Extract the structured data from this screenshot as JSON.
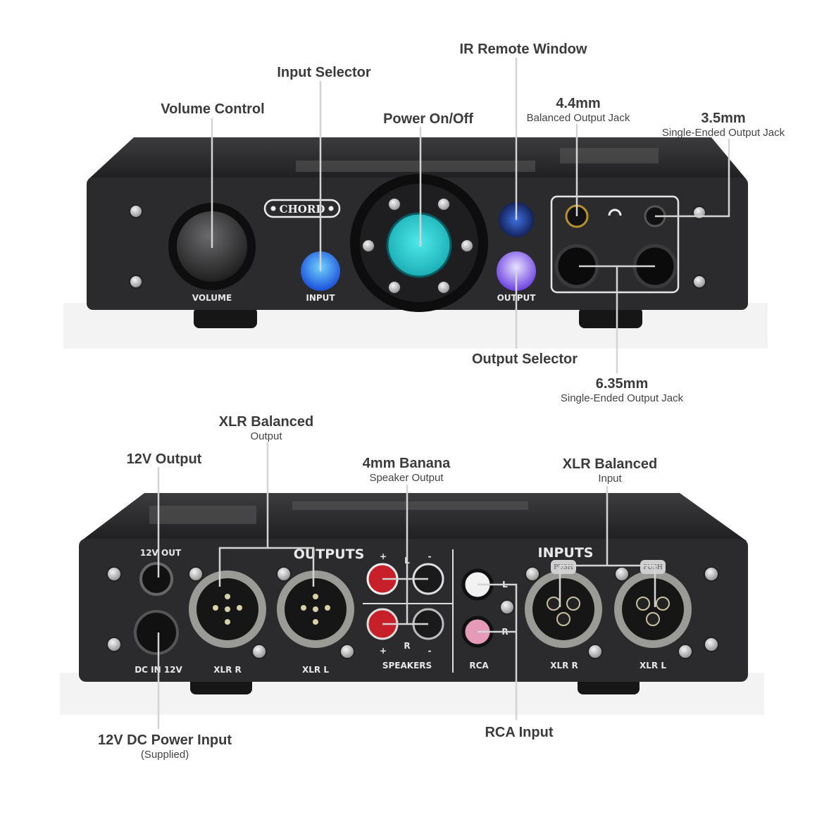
{
  "front_callouts": {
    "ir_remote": "IR Remote Window",
    "input_selector": "Input Selector",
    "volume_control": "Volume Control",
    "power": "Power On/Off",
    "jack_44_title": "4.4mm",
    "jack_44_sub": "Balanced Output Jack",
    "jack_35_title": "3.5mm",
    "jack_35_sub": "Single-Ended Output Jack",
    "output_selector": "Output Selector",
    "jack_635_title": "6.35mm",
    "jack_635_sub": "Single-Ended Output Jack"
  },
  "rear_callouts": {
    "xlr_out_title": "XLR Balanced",
    "xlr_out_sub": "Output",
    "out_12v": "12V Output",
    "banana_title": "4mm Banana",
    "banana_sub": "Speaker Output",
    "xlr_in_title": "XLR Balanced",
    "xlr_in_sub": "Input",
    "dc_in_title": "12V DC Power Input",
    "dc_in_sub": "(Supplied)",
    "rca_in": "RCA Input"
  },
  "front_panel": {
    "logo": "CHORD",
    "volume": "VOLUME",
    "input": "INPUT",
    "output": "OUTPUT"
  },
  "rear_panel": {
    "out_12v": "12V OUT",
    "outputs": "OUTPUTS",
    "inputs": "INPUTS",
    "dc_in": "DC IN 12V",
    "xlr_r": "XLR R",
    "xlr_l": "XLR L",
    "speakers": "SPEAKERS",
    "rca": "RCA",
    "plus": "+",
    "minus": "-",
    "left": "L",
    "right": "R",
    "push": "PUSH"
  },
  "colors": {
    "chassis": "#2b2b2d",
    "power_button": "#2fd3d6",
    "input_button": "#2f8cff",
    "output_button": "#9a7cff",
    "leader_line": "#d4d4d4"
  }
}
